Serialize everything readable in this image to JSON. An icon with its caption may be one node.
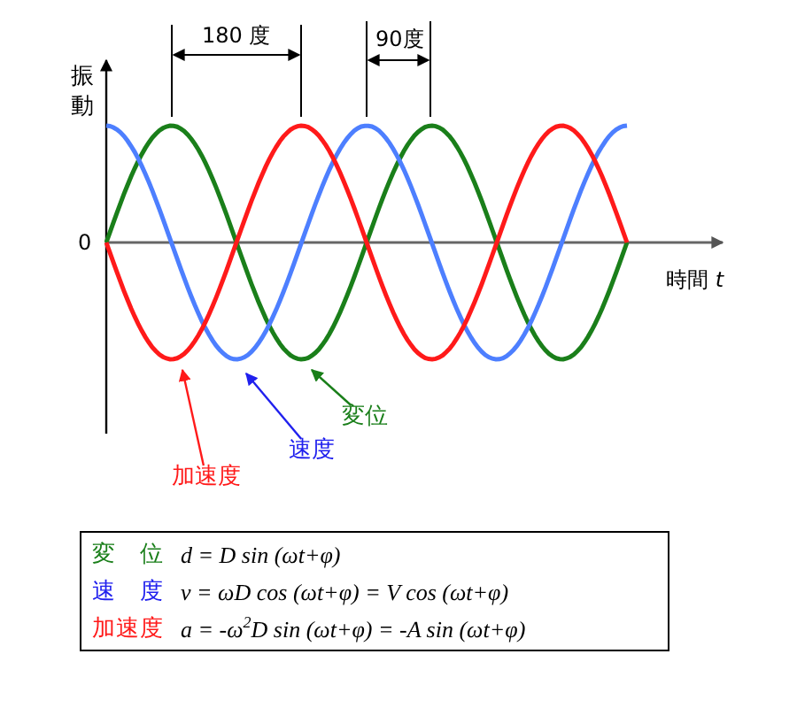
{
  "diagram": {
    "nodes": [
      {
        "text": [
          "変位"
        ]
      },
      {
        "text": [
          "速度"
        ]
      },
      {
        "text": [
          "加速度"
        ]
      }
    ],
    "edges": [
      {
        "from": 0,
        "to": null,
        "arrow": "to",
        "color": "#1a7f1a"
      },
      {
        "from": 1,
        "to": null,
        "arrow": "to",
        "color": "#2020ee"
      },
      {
        "from": 2,
        "to": null,
        "arrow": "to",
        "color": "#ff1a1a"
      }
    ],
    "labels": [
      "180 度",
      "90度",
      "振動",
      "0",
      "時間 *t*",
      "変位",
      "d = D sin (ωt+φ)",
      "速度",
      "v = ωD cos (ωt+φ) = V cos (ωt+φ)",
      "加速度",
      "a = -ω$^{2}$D sin (ωt+φ) = -A sin (ωt+φ)"
    ]
  }
}
